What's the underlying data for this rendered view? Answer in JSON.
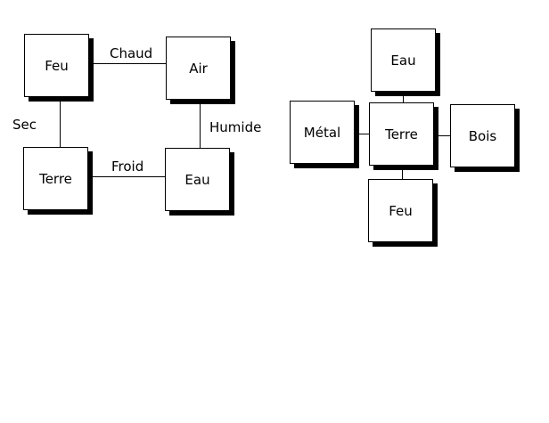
{
  "left_diagram": {
    "nodes": {
      "top_left": "Feu",
      "top_right": "Air",
      "bottom_left": "Terre",
      "bottom_right": "Eau"
    },
    "edges": {
      "top": "Chaud",
      "left": "Sec",
      "right": "Humide",
      "bottom": "Froid"
    }
  },
  "right_diagram": {
    "nodes": {
      "top": "Eau",
      "left": "Métal",
      "center": "Terre",
      "right": "Bois",
      "bottom": "Feu"
    }
  }
}
